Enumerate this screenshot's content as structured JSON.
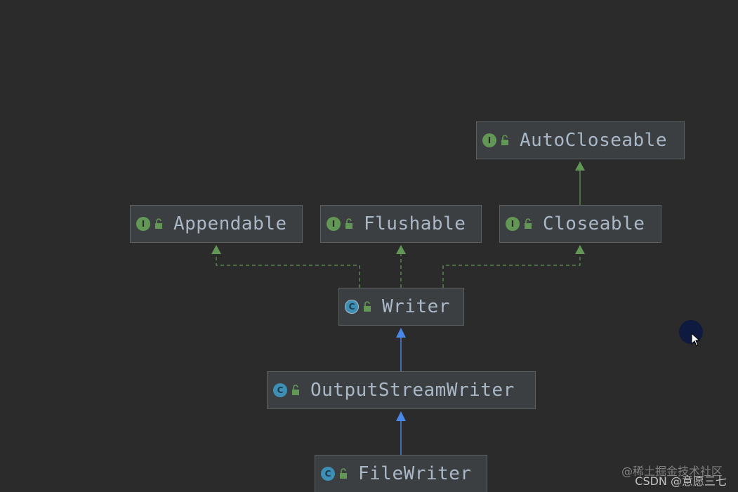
{
  "diagram": {
    "nodes": [
      {
        "id": "autocloseable",
        "label": "AutoCloseable",
        "kind": "interface",
        "kind_letter": "I",
        "icon": "interface-icon"
      },
      {
        "id": "appendable",
        "label": "Appendable",
        "kind": "interface",
        "kind_letter": "I",
        "icon": "interface-icon"
      },
      {
        "id": "flushable",
        "label": "Flushable",
        "kind": "interface",
        "kind_letter": "I",
        "icon": "interface-icon"
      },
      {
        "id": "closeable",
        "label": "Closeable",
        "kind": "interface",
        "kind_letter": "I",
        "icon": "interface-icon"
      },
      {
        "id": "writer",
        "label": "Writer",
        "kind": "abstract-class",
        "kind_letter": "C",
        "icon": "abstract-class-icon"
      },
      {
        "id": "outputstreamwriter",
        "label": "OutputStreamWriter",
        "kind": "class",
        "kind_letter": "C",
        "icon": "class-icon"
      },
      {
        "id": "filewriter",
        "label": "FileWriter",
        "kind": "class",
        "kind_letter": "C",
        "icon": "class-icon"
      }
    ],
    "edges": [
      {
        "from": "closeable",
        "to": "autocloseable",
        "type": "extends"
      },
      {
        "from": "writer",
        "to": "appendable",
        "type": "implements"
      },
      {
        "from": "writer",
        "to": "flushable",
        "type": "implements"
      },
      {
        "from": "writer",
        "to": "closeable",
        "type": "implements"
      },
      {
        "from": "outputstreamwriter",
        "to": "writer",
        "type": "extends"
      },
      {
        "from": "filewriter",
        "to": "outputstreamwriter",
        "type": "extends"
      }
    ]
  },
  "colors": {
    "background": "#2b2b2b",
    "node_fill": "#3c3f41",
    "node_border": "#5e6060",
    "text": "#a9b7c6",
    "interface_edge": "#629755",
    "class_edge": "#4a88e8"
  },
  "watermark": {
    "line1": "@稀土掘金技术社区",
    "line2": "CSDN @意愿三七"
  }
}
